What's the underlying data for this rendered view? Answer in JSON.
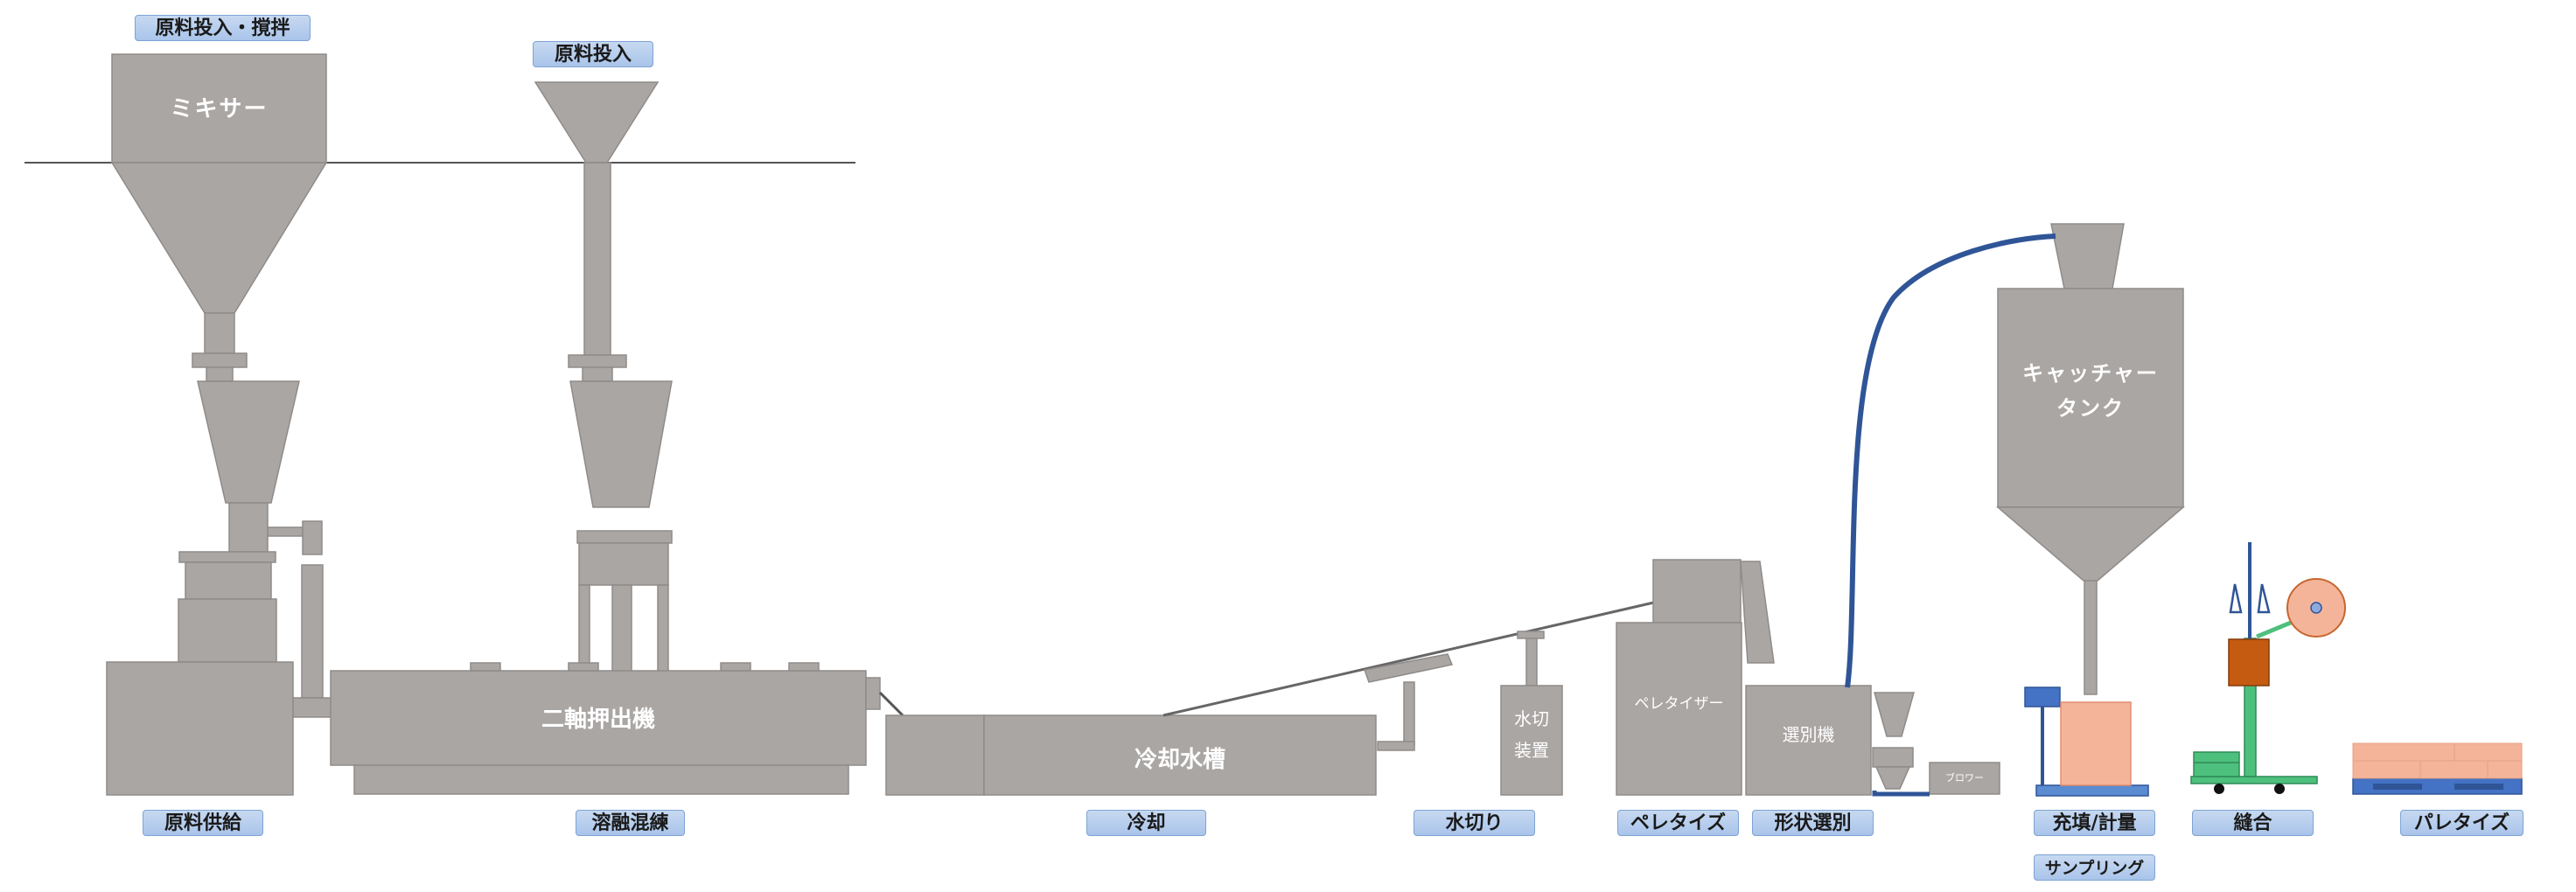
{
  "stage_labels": {
    "raw_input_mix": "原料投入・撹拌",
    "raw_input": "原料投入",
    "raw_supply": "原料供給",
    "melt_kneading": "溶融混練",
    "cooling": "冷却",
    "dewatering": "水切り",
    "pelletizing": "ペレタイズ",
    "shape_sorting": "形状選別",
    "filling_weighing": "充填/計量",
    "sampling": "サンプリング",
    "sewing": "縫合",
    "palletizing": "パレタイズ"
  },
  "machine_labels": {
    "mixer": "ミキサー",
    "extruder": "二軸押出機",
    "cooling_tank": "冷却水槽",
    "dewater_line1": "水切",
    "dewater_line2": "装置",
    "pelletizer": "ペレタイザー",
    "sorter": "選別機",
    "blower": "ブロワー",
    "catcher_line1": "キャッチャー",
    "catcher_line2": "タンク"
  },
  "colors": {
    "machine": "#aaa6a4",
    "machine_edge": "#8f8b89",
    "pipe": "#2f5597",
    "label_fill": "#b4cdef",
    "bag": "#f4b49a",
    "sewing_head": "#c55a11",
    "sewing_frame": "#4ec07d",
    "pallet": "#4472c4"
  }
}
